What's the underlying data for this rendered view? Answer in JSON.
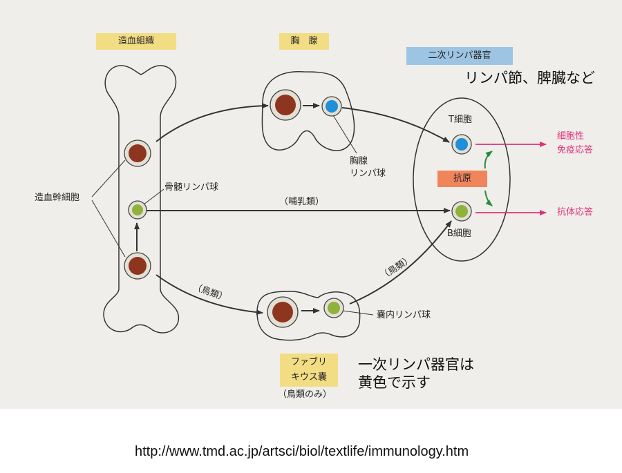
{
  "colors": {
    "background": "#efeeea",
    "yellow_label": "#f2dd84",
    "blue_label": "#9dc4e3",
    "antigen_label": "#f0855c",
    "brown_cell": "#8e3520",
    "blue_cell": "#1f8fd8",
    "green_cell": "#8fb23a",
    "pink_arrow": "#e0307a",
    "green_arrow": "#2a8a3a"
  },
  "labels": {
    "hematopoietic_tissue": "造血組織",
    "thymus": "胸　腺",
    "secondary_lymphoid": "二次リンパ器官",
    "secondary_examples": "リンパ節、脾臓など",
    "hsc": "造血幹細胞",
    "bone_marrow_lymphocyte": "骨髄リンパ球",
    "thymus_lymphocyte_l1": "胸腺",
    "thymus_lymphocyte_l2": "リンパ球",
    "mammals": "（哺乳類）",
    "birds_left": "（鳥類）",
    "birds_right": "（鳥類）",
    "bursa_lymphocyte": "嚢内リンパ球",
    "bursa_l1": "ファブリ",
    "bursa_l2": "キウス嚢",
    "birds_only": "（鳥類のみ）",
    "primary_note_l1": "一次リンパ器官は",
    "primary_note_l2": "黄色で示す",
    "t_cell": "T細胞",
    "b_cell": "B細胞",
    "antigen": "抗原",
    "cellular_immunity_l1": "細胞性",
    "cellular_immunity_l2": "免疫応答",
    "antibody_response": "抗体応答"
  },
  "source_url": "http://www.tmd.ac.jp/artsci/biol/textlife/immunology.htm"
}
